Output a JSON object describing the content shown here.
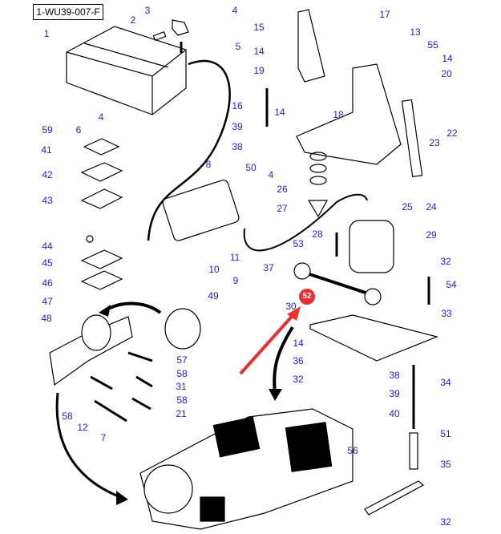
{
  "reference_code": "1-WU39-007-F",
  "highlighted_part": {
    "number": "52",
    "color": "#e83030"
  },
  "label_color": "#2222cc",
  "callouts": [
    {
      "id": "c1",
      "text": "1"
    },
    {
      "id": "c2",
      "text": "2"
    },
    {
      "id": "c3",
      "text": "3"
    },
    {
      "id": "c4a",
      "text": "4"
    },
    {
      "id": "c5",
      "text": "5"
    },
    {
      "id": "c59",
      "text": "59"
    },
    {
      "id": "c6",
      "text": "6"
    },
    {
      "id": "c4b",
      "text": "4"
    },
    {
      "id": "c15",
      "text": "15"
    },
    {
      "id": "c17",
      "text": "17"
    },
    {
      "id": "c13",
      "text": "13"
    },
    {
      "id": "c55",
      "text": "55"
    },
    {
      "id": "c14a",
      "text": "14"
    },
    {
      "id": "c14b",
      "text": "14"
    },
    {
      "id": "c19",
      "text": "19"
    },
    {
      "id": "c20",
      "text": "20"
    },
    {
      "id": "c16",
      "text": "16"
    },
    {
      "id": "c14c",
      "text": "14"
    },
    {
      "id": "c18",
      "text": "18"
    },
    {
      "id": "c22",
      "text": "22"
    },
    {
      "id": "c23",
      "text": "23"
    },
    {
      "id": "c39a",
      "text": "39"
    },
    {
      "id": "c38a",
      "text": "38"
    },
    {
      "id": "c41",
      "text": "41"
    },
    {
      "id": "c42",
      "text": "42"
    },
    {
      "id": "c43",
      "text": "43"
    },
    {
      "id": "c8",
      "text": "8"
    },
    {
      "id": "c50",
      "text": "50"
    },
    {
      "id": "c4c",
      "text": "4"
    },
    {
      "id": "c26",
      "text": "26"
    },
    {
      "id": "c27",
      "text": "27"
    },
    {
      "id": "c25",
      "text": "25"
    },
    {
      "id": "c24",
      "text": "24"
    },
    {
      "id": "c44",
      "text": "44"
    },
    {
      "id": "c45",
      "text": "45"
    },
    {
      "id": "c46",
      "text": "46"
    },
    {
      "id": "c28",
      "text": "28"
    },
    {
      "id": "c29",
      "text": "29"
    },
    {
      "id": "c53",
      "text": "53"
    },
    {
      "id": "c10",
      "text": "10"
    },
    {
      "id": "c11",
      "text": "11"
    },
    {
      "id": "c9",
      "text": "9"
    },
    {
      "id": "c37",
      "text": "37"
    },
    {
      "id": "c32a",
      "text": "32"
    },
    {
      "id": "c54",
      "text": "54"
    },
    {
      "id": "c47",
      "text": "47"
    },
    {
      "id": "c49",
      "text": "49"
    },
    {
      "id": "c30",
      "text": "30"
    },
    {
      "id": "c33",
      "text": "33"
    },
    {
      "id": "c48",
      "text": "48"
    },
    {
      "id": "c14d",
      "text": "14"
    },
    {
      "id": "c36",
      "text": "36"
    },
    {
      "id": "c57",
      "text": "57"
    },
    {
      "id": "c58a",
      "text": "58"
    },
    {
      "id": "c31",
      "text": "31"
    },
    {
      "id": "c58b",
      "text": "58"
    },
    {
      "id": "c32b",
      "text": "32"
    },
    {
      "id": "c38b",
      "text": "38"
    },
    {
      "id": "c39b",
      "text": "39"
    },
    {
      "id": "c34",
      "text": "34"
    },
    {
      "id": "c21",
      "text": "21"
    },
    {
      "id": "c58c",
      "text": "58"
    },
    {
      "id": "c12",
      "text": "12"
    },
    {
      "id": "c7",
      "text": "7"
    },
    {
      "id": "c40",
      "text": "40"
    },
    {
      "id": "c51",
      "text": "51"
    },
    {
      "id": "c56",
      "text": "56"
    },
    {
      "id": "c35",
      "text": "35"
    },
    {
      "id": "c32c",
      "text": "32"
    }
  ]
}
